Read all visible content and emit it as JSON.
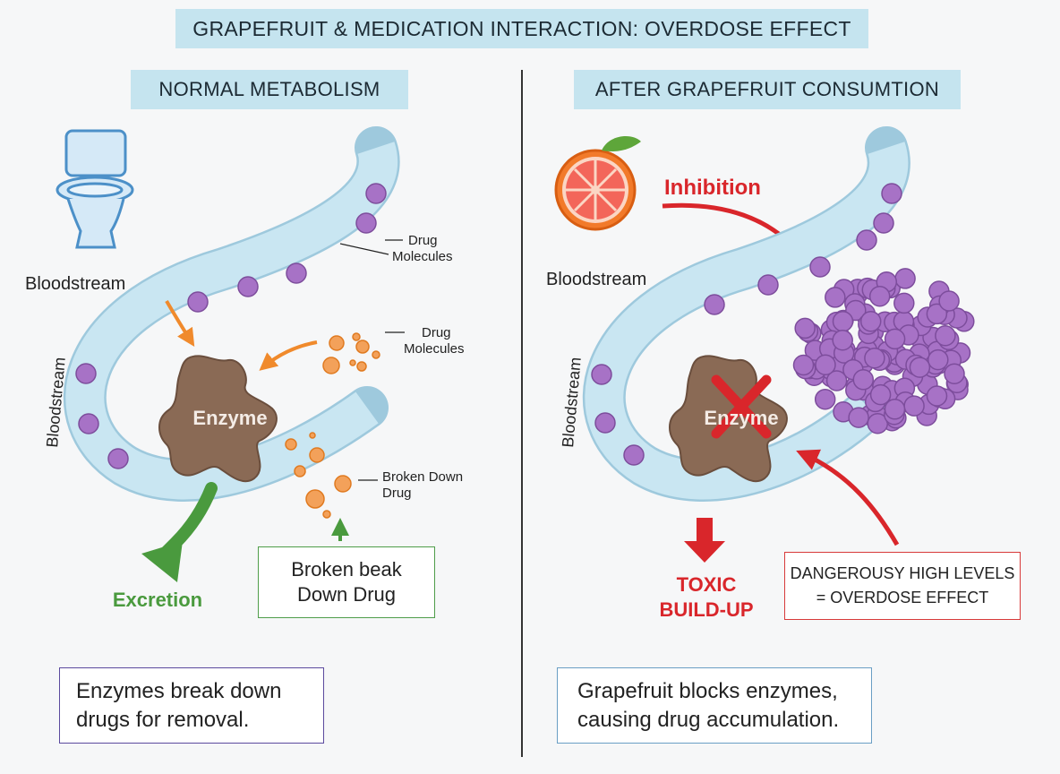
{
  "title": "GRAPEFRUIT & MEDICATION INTERACTION: OVERDOSE EFFECT",
  "normal": {
    "header": "NORMAL METABOLISM",
    "bloodstream_label": "Bloodstream",
    "bloodstream_vertical_label": "Bloodstream",
    "drug_molecules_label_1": [
      "Drug",
      "Molecules"
    ],
    "drug_molecules_label_2": [
      "Drug",
      "Molecules"
    ],
    "broken_down_label": [
      "Broken Down",
      "Drug"
    ],
    "enzyme_label": "Enzyme",
    "excretion_label": "Excretion",
    "broken_box": [
      "Broken beak",
      "Down Drug"
    ],
    "summary": [
      "Enzymes break down",
      "drugs for removal."
    ]
  },
  "after": {
    "header": "AFTER GRAPEFRUIT CONSUMTION",
    "inhibition_label": "Inhibition",
    "bloodstream_label": "Bloodstream",
    "bloodstream_vertical_label": "Bloodstream",
    "enzyme_label": "Enzyme",
    "toxic_label": [
      "TOXIC",
      "BUILD-UP"
    ],
    "danger_box": [
      "DANGEROUSY HIGH LEVELS",
      "= OVERDOSE EFFECT"
    ],
    "summary": [
      "Grapefruit blocks enzymes,",
      "causing drug accumulation."
    ]
  },
  "colors": {
    "vessel": "#c9e6f2",
    "vessel_stroke": "#9ec9dd",
    "molecule": "#a772c6",
    "enzyme": "#8a6a55",
    "orange": "#f08a2c",
    "green": "#4a9a3e",
    "red": "#d9262b",
    "banner": "#c5e4ef"
  }
}
